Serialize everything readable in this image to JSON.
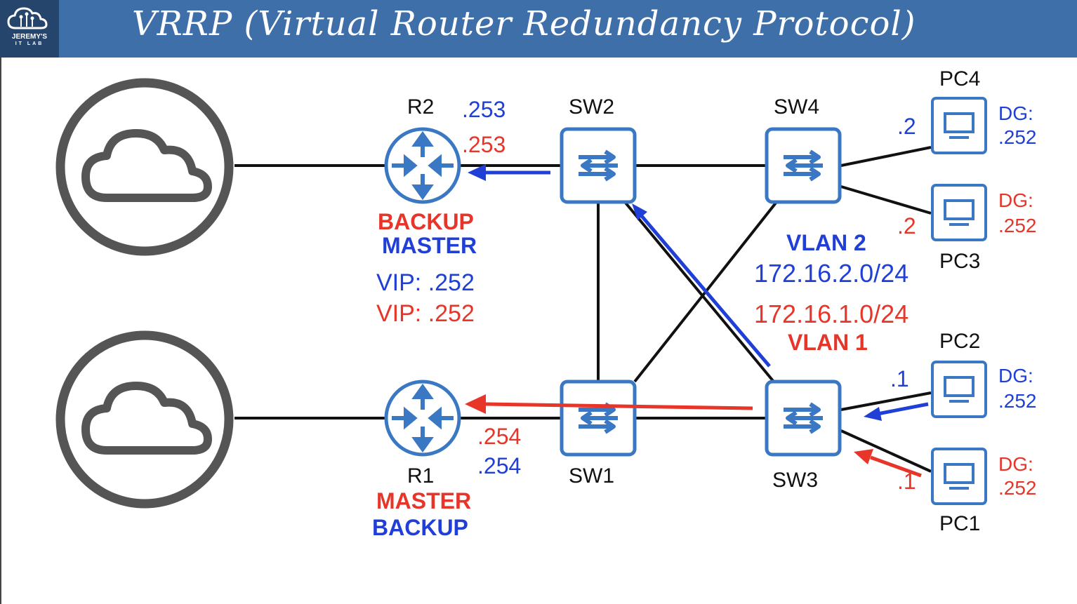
{
  "header": {
    "title": "VRRP (Virtual Router Redundancy Protocol)",
    "logo_line1": "JEREMY'S",
    "logo_line2": "IT LAB"
  },
  "colors": {
    "blue": "#1f3fd6",
    "red": "#e8352a",
    "device": "#3b78c3",
    "header": "#3f6fa8"
  },
  "devices": {
    "r2": {
      "name": "R2",
      "ip_blue": ".253",
      "ip_red": ".253",
      "role_red": "BACKUP",
      "role_blue": "MASTER"
    },
    "r1": {
      "name": "R1",
      "ip_red": ".254",
      "ip_blue": ".254",
      "role_red": "MASTER",
      "role_blue": "BACKUP"
    },
    "sw1": {
      "name": "SW1"
    },
    "sw2": {
      "name": "SW2"
    },
    "sw3": {
      "name": "SW3"
    },
    "sw4": {
      "name": "SW4"
    },
    "pc1": {
      "name": "PC1",
      "ip": ".1",
      "dg_label": "DG:",
      "dg": ".252"
    },
    "pc2": {
      "name": "PC2",
      "ip": ".1",
      "dg_label": "DG:",
      "dg": ".252"
    },
    "pc3": {
      "name": "PC3",
      "ip": ".2",
      "dg_label": "DG:",
      "dg": ".252"
    },
    "pc4": {
      "name": "PC4",
      "ip": ".2",
      "dg_label": "DG:",
      "dg": ".252"
    }
  },
  "vip": {
    "blue": "VIP: .252",
    "red": "VIP: .252"
  },
  "vlans": {
    "vlan2": {
      "name": "VLAN 2",
      "subnet": "172.16.2.0/24"
    },
    "vlan1": {
      "name": "VLAN 1",
      "subnet": "172.16.1.0/24"
    }
  }
}
